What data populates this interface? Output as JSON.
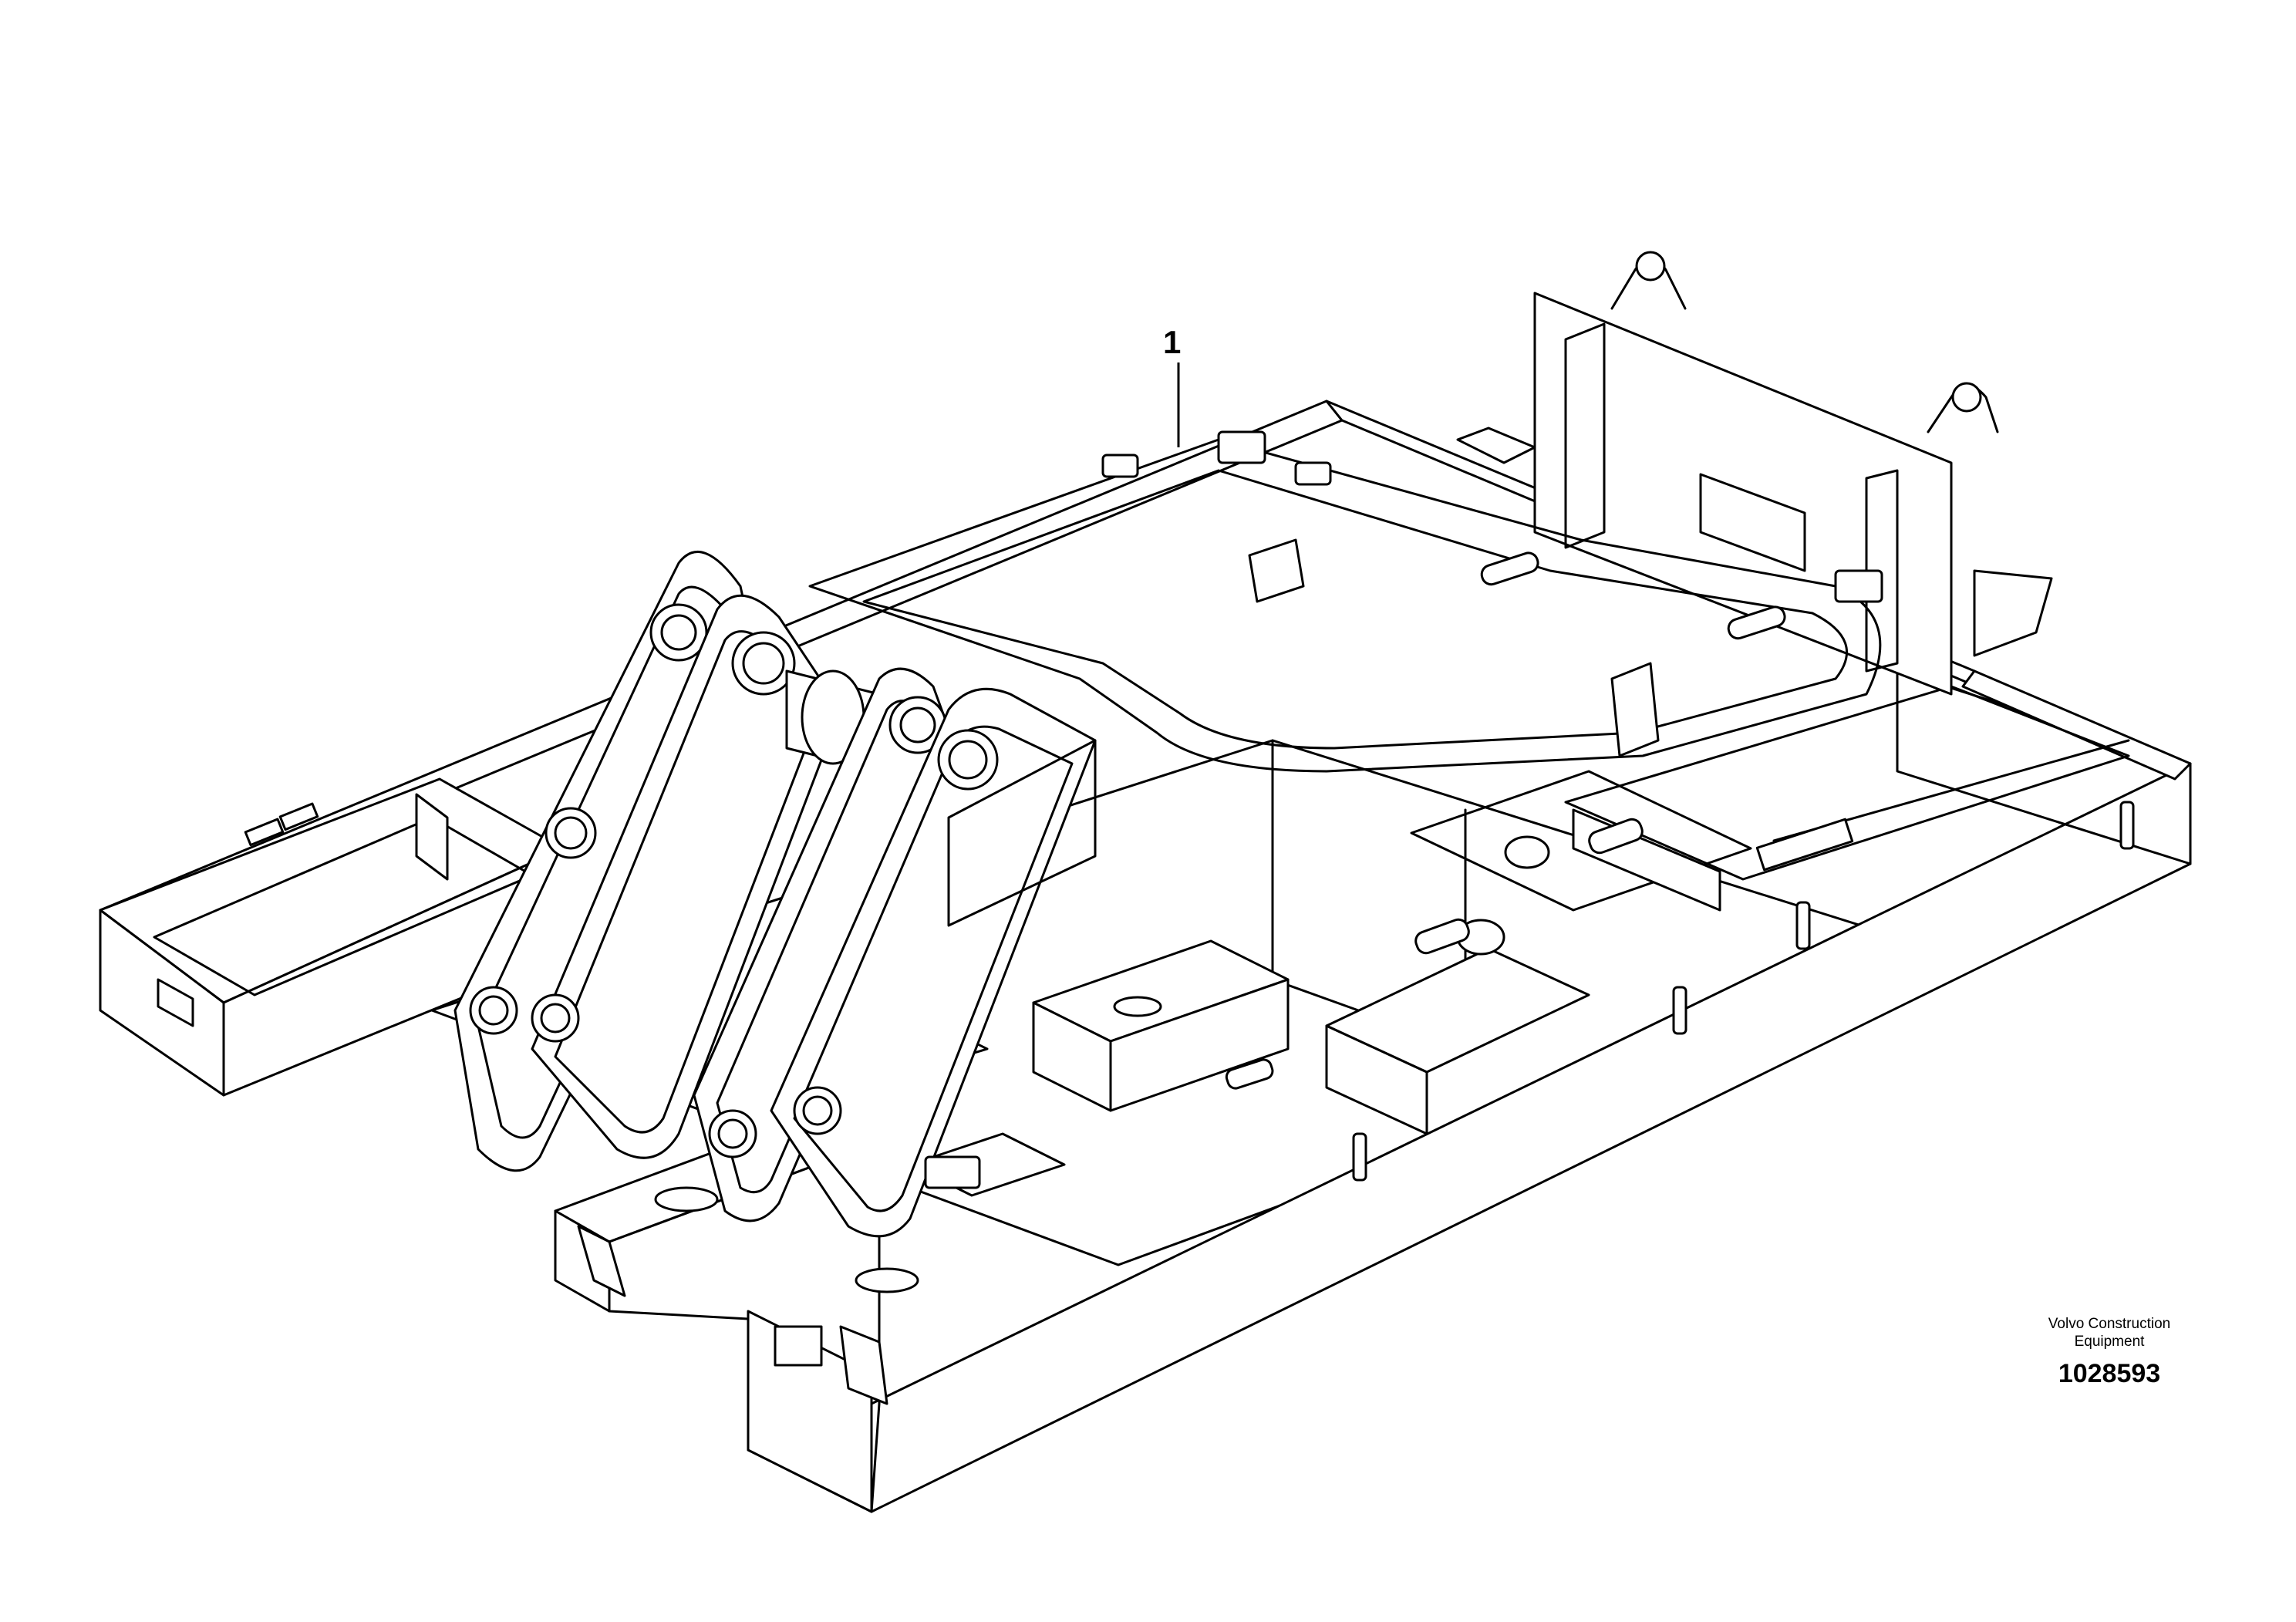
{
  "diagram": {
    "callouts": [
      {
        "label": "1"
      }
    ]
  },
  "footer": {
    "brand_line1": "Volvo Construction",
    "brand_line2": "Equipment",
    "drawing_number": "1028593"
  }
}
